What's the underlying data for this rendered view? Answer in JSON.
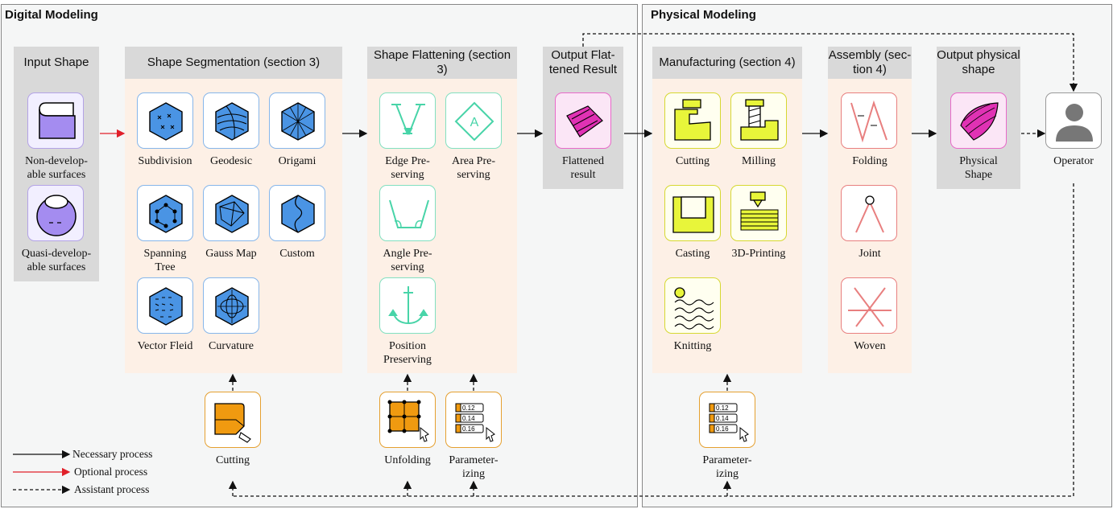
{
  "panels": {
    "digital_title": "Digital Modeling",
    "physical_title": "Physical Modeling"
  },
  "columns": {
    "input": {
      "head": "Input Shape",
      "items": [
        "Non-develop-\nable surfaces",
        "Quasi-develop-\nable surfaces"
      ]
    },
    "segmentation": {
      "head": "Shape Segmentation (section 3)",
      "items": [
        "Subdivision",
        "Geodesic",
        "Origami",
        "Spanning\nTree",
        "Gauss Map",
        "Custom",
        "Vector Fleid",
        "Curvature"
      ]
    },
    "flattening": {
      "head": "Shape Flattening (section 3)",
      "items": [
        "Edge Pre-\nserving",
        "Area Pre-\nserving",
        "Angle Pre-\nserving",
        "Position\nPreserving"
      ]
    },
    "output_flat": {
      "head": "Output Flat-\ntened Result",
      "items": [
        "Flattened\nresult"
      ]
    },
    "manufacturing": {
      "head": "Manufacturing (section 4)",
      "items": [
        "Cutting",
        "Milling",
        "Casting",
        "3D-Printing",
        "Knitting"
      ]
    },
    "assembly": {
      "head": "Assembly (sec-\ntion 4)",
      "items": [
        "Folding",
        "Joint",
        "Woven"
      ]
    },
    "output_phys": {
      "head": "Output physical\nshape",
      "items": [
        "Physical\nShape"
      ]
    },
    "operator": {
      "label": "Operator"
    }
  },
  "assist": {
    "cutting": "Cutting",
    "unfolding": "Unfolding",
    "param1": "Parameter-\nizing",
    "param2": "Parameter-\nizing",
    "values": [
      "0.12",
      "0.14",
      "0.16"
    ]
  },
  "legend": {
    "necessary": "Necessary process",
    "optional": "Optional process",
    "assistant": "Assistant process"
  },
  "colors": {
    "blue": "#86b6ea",
    "green": "#82e0c0",
    "pink": "#e032b4",
    "yellow": "#e8f53a",
    "red": "#e87f7f",
    "purple": "#b3a3e6",
    "orange": "#f09a10",
    "arrow_optional": "#e0202a"
  }
}
